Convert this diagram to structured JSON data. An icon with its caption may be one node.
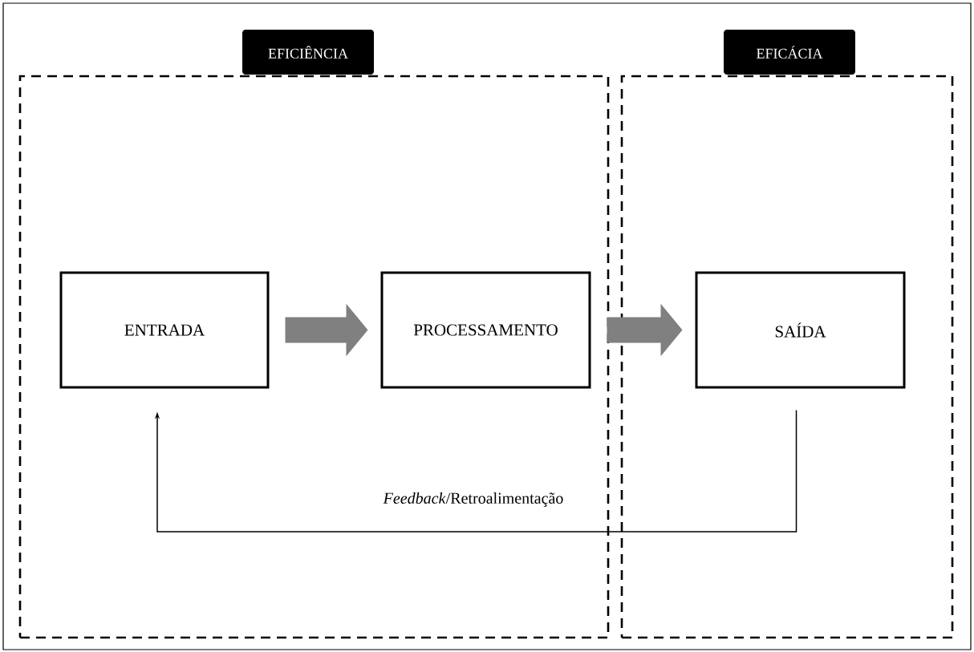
{
  "diagram": {
    "nodes": [
      {
        "text": [
          "EFICIÊNCIA"
        ]
      },
      {
        "text": [
          "EFICÁCIA"
        ]
      },
      {
        "text": [
          "ENTRADA"
        ],
        "in": 0
      },
      {
        "text": [
          "PROCESSAMENTO"
        ],
        "in": 0
      },
      {
        "text": [
          "SAÍDA"
        ],
        "in": 1
      }
    ],
    "edges": [
      {
        "from": 2,
        "to": 3,
        "arrow": "to"
      },
      {
        "from": 3,
        "to": 4,
        "arrow": "to"
      },
      {
        "from": 4,
        "to": 2,
        "arrow": "to",
        "label": "*Feedback*/Retroalimentação",
        "color": "#000000"
      }
    ]
  }
}
